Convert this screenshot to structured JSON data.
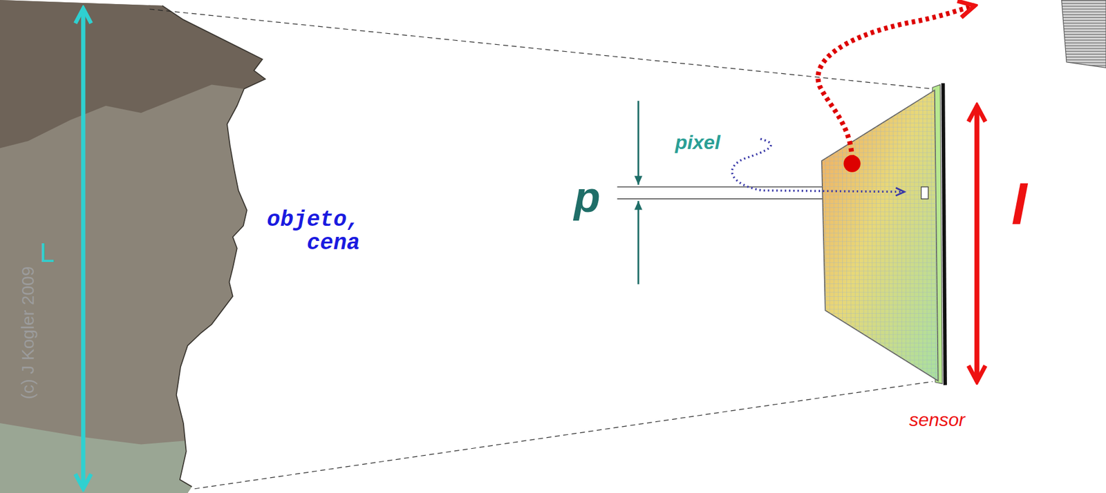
{
  "diagram": {
    "labels": [
      "(c) J Kogler 2009",
      "L",
      "objeto, cena",
      "p",
      "pixel",
      "l",
      "sensor"
    ]
  }
}
